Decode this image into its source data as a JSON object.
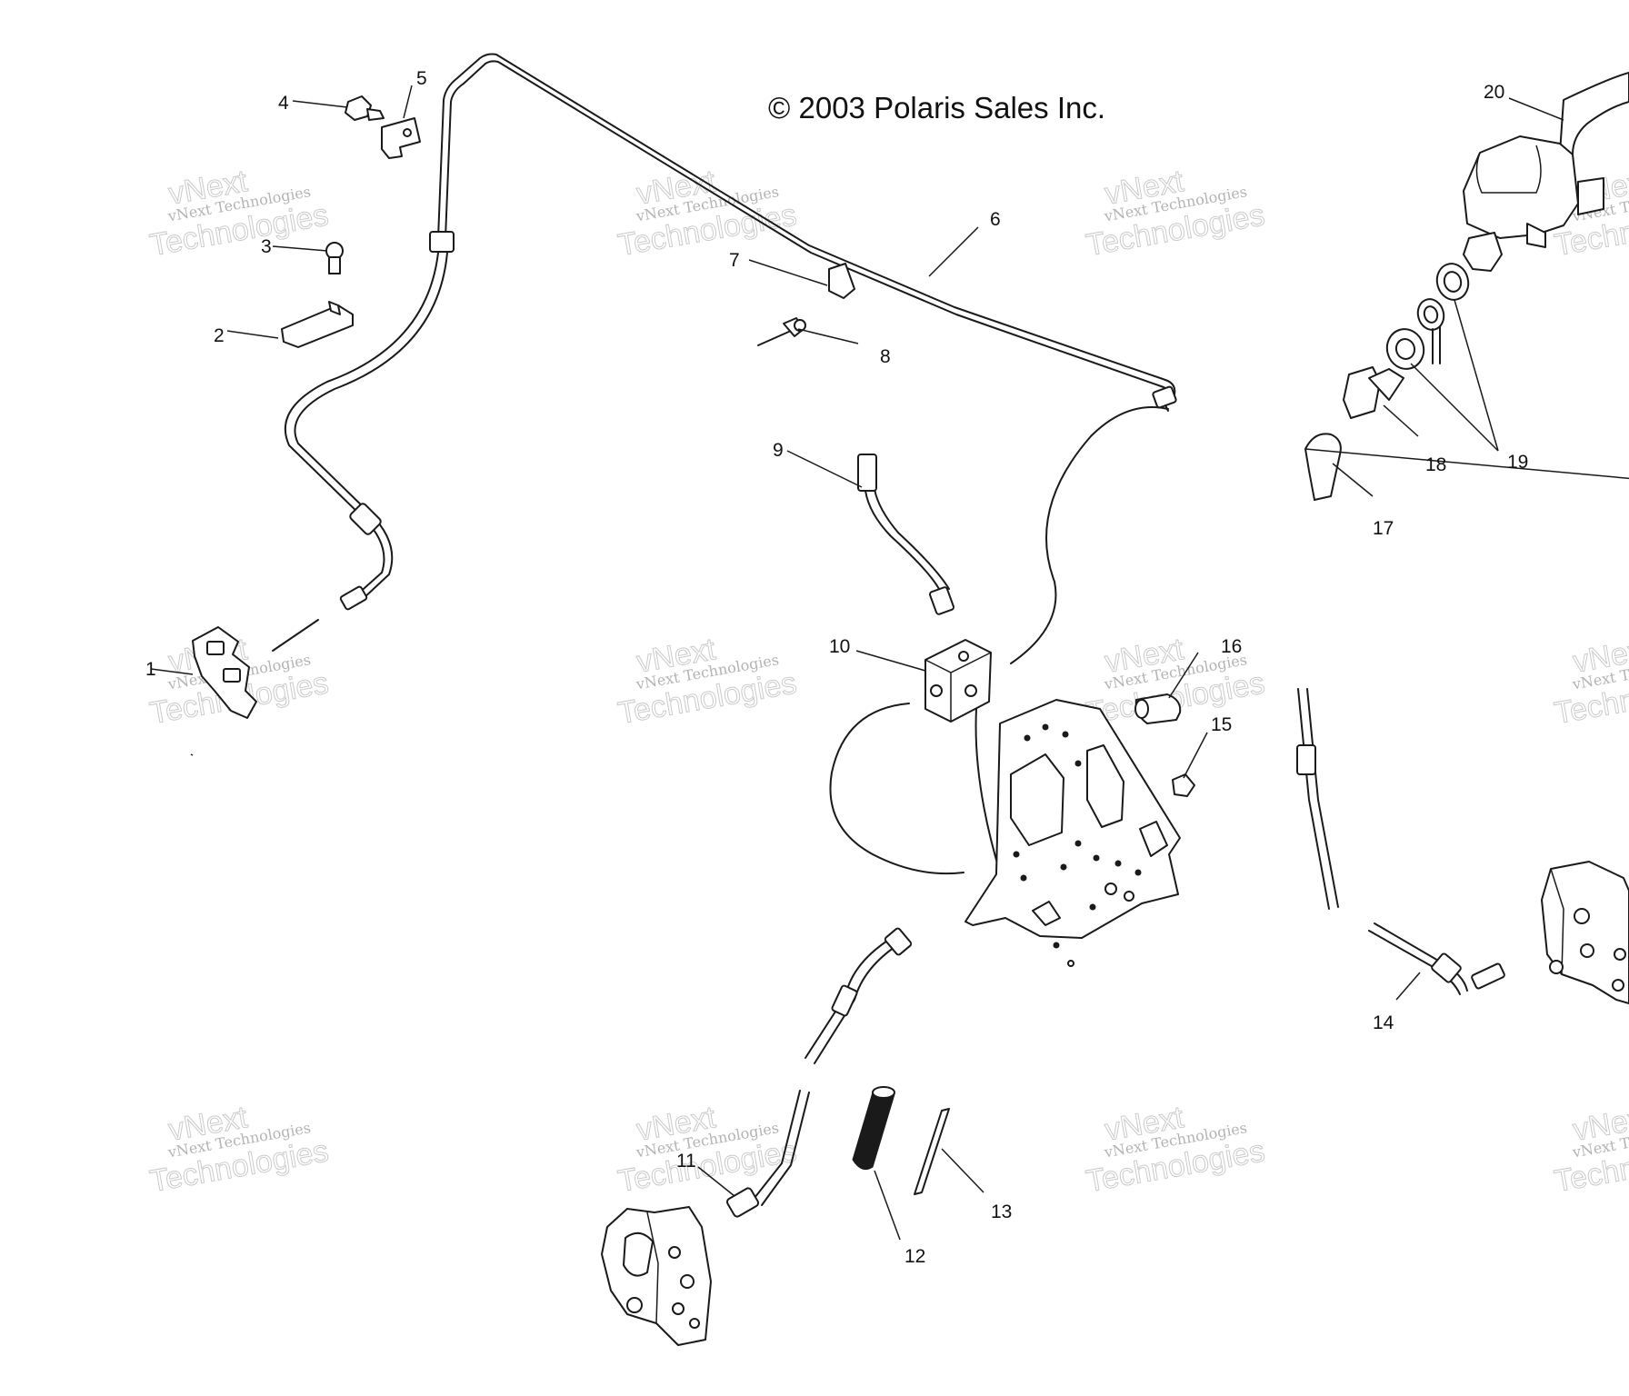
{
  "copyright": "© 2003 Polaris Sales Inc.",
  "watermark": {
    "line1": "vNext",
    "line2": "vNext Technologies",
    "line3": "Technologies"
  },
  "callouts": {
    "c1": "1",
    "c2": "2",
    "c3": "3",
    "c4": "4",
    "c5": "5",
    "c6": "6",
    "c7": "7",
    "c8": "8",
    "c9": "9",
    "c10": "10",
    "c11": "11",
    "c12": "12",
    "c13": "13",
    "c14": "14",
    "c15": "15",
    "c16": "16",
    "c17": "17",
    "c18": "18",
    "c19": "19",
    "c20": "20"
  },
  "colors": {
    "ink": "#1a1a1a",
    "watermark": "#9a9a9a",
    "background": "#ffffff"
  }
}
